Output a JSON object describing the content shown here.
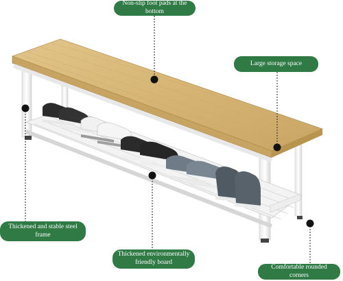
{
  "callouts": {
    "top": "Non-slip foot pads at the bottom",
    "right": "Large storage space",
    "left": "Thickened and stable steel frame",
    "middle_line1": "Thickened environmentally",
    "middle_line2": "friendly board",
    "bottom_right": "Comfortable rounded corners"
  },
  "colors": {
    "label_bg": "#2f7a45",
    "wood": "#d9b977",
    "wood_edge": "#b89556",
    "frame": "#f4f4f4",
    "frame_shadow": "#cfcfcf"
  }
}
